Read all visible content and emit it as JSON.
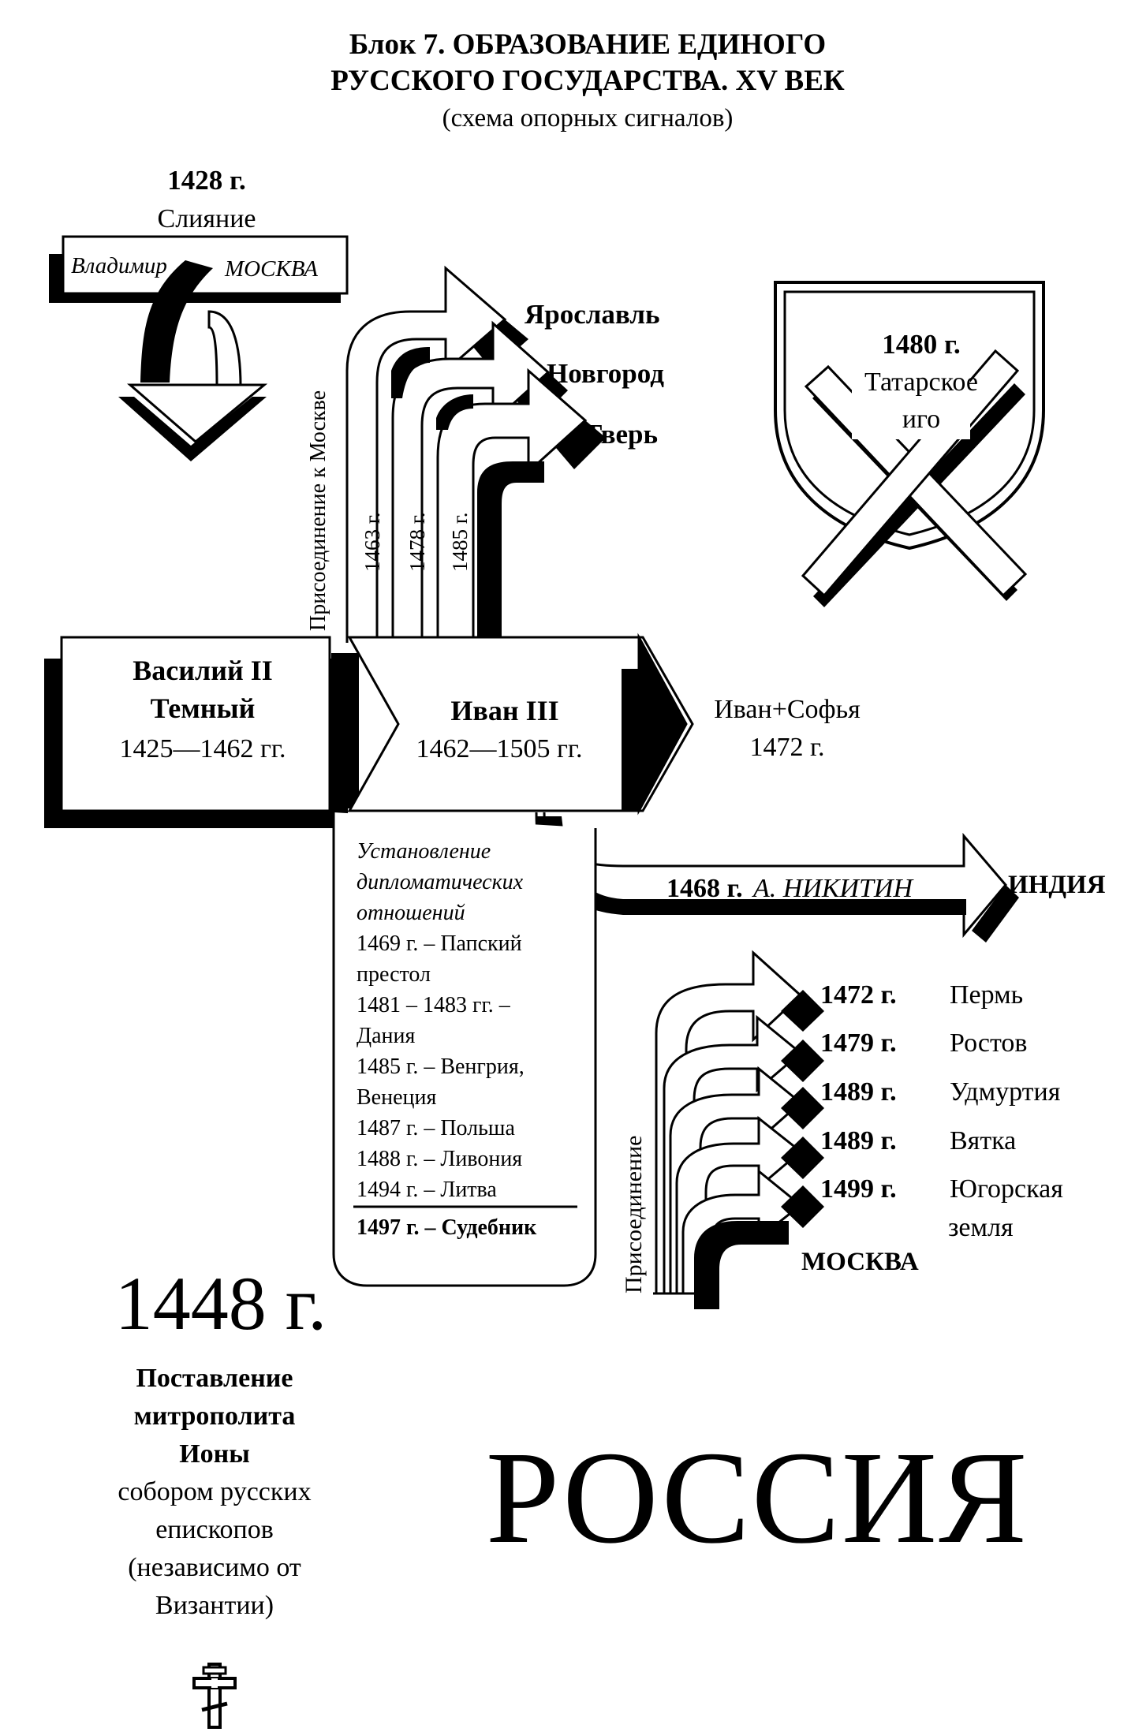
{
  "header": {
    "title_line1": "Блок 7. ОБРАЗОВАНИЕ ЕДИНОГО",
    "title_line2": "РУССКОГО ГОСУДАРСТВА. XV ВЕК",
    "subtitle": "(схема опорных сигналов)"
  },
  "merger": {
    "year": "1428 г.",
    "caption": "Слияние",
    "left": "Владимир",
    "right": "МОСКВА"
  },
  "annex_north": {
    "side_label": "Присоединение к Москве",
    "targets": [
      {
        "name": "Ярославль",
        "year": "1463 г."
      },
      {
        "name": "Новгород",
        "year": "1478 г."
      },
      {
        "name": "Тверь",
        "year": "1485 г."
      }
    ]
  },
  "tatar": {
    "year": "1480 г.",
    "line1": "Татарское",
    "line2": "иго"
  },
  "vasily": {
    "name1": "Василий II",
    "name2": "Темный",
    "years": "1425—1462 гг."
  },
  "ivan": {
    "name": "Иван III",
    "years": "1462—1505 гг."
  },
  "marriage": {
    "line1": "Иван+Софья",
    "line2": "1472 г."
  },
  "nikitin": {
    "year": "1468 г.",
    "name": "А. НИКИТИН",
    "dest": "ИНДИЯ"
  },
  "diplomacy": {
    "heading": [
      "Установление",
      "дипломатических",
      "отношений"
    ],
    "lines": [
      "1469 г. – Папский",
      "престол",
      "1481 – 1483 гг. –",
      "Дания",
      "1485 г. – Венгрия,",
      "Венеция",
      "1487 г. – Польша",
      "1488 г. – Ливония",
      "1494 г. – Литва"
    ],
    "sudebnik": "1497 г. – Судебник"
  },
  "annex_east": {
    "side_label": "Присоединение",
    "items": [
      {
        "year": "1472 г.",
        "place": "Пермь"
      },
      {
        "year": "1479 г.",
        "place": "Ростов"
      },
      {
        "year": "1489 г.",
        "place": "Удмуртия"
      },
      {
        "year": "1489 г.",
        "place": "Вятка"
      },
      {
        "year": "1499 г.",
        "place": "Югорская"
      }
    ],
    "last_line2": "земля",
    "origin": "МОСКВА"
  },
  "metropolitan": {
    "year": "1448 г.",
    "bold_lines": [
      "Поставление",
      "митрополита",
      "Ионы"
    ],
    "lines": [
      "собором русских",
      "епископов",
      "(независимо от",
      "Византии)"
    ]
  },
  "russia": "РОССИЯ"
}
